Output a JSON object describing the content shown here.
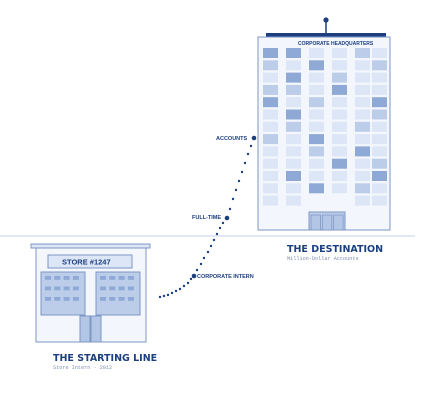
{
  "colors": {
    "navy": "#1c3f80",
    "window_light": "#dce6f6",
    "window_mid": "#bccde9",
    "window_dark": "#8fa9d6",
    "facade": "#f3f6fc",
    "outline": "#7e97c4",
    "ground": "#c3d1e9",
    "door": "#b4c6e6",
    "muted_text": "#7c8fb3"
  },
  "headquarters": {
    "sign_left": "CORPORATE",
    "sign_right": "HEADQUARTERS",
    "title": "THE DESTINATION",
    "subtitle": "Million-Dollar Accounts"
  },
  "store": {
    "sign": "STORE #1247",
    "title": "THE STARTING LINE",
    "subtitle": "Store Intern · 2012"
  },
  "path": {
    "milestones": [
      {
        "label": "CORPORATE INTERN"
      },
      {
        "label": "FULL-TIME"
      },
      {
        "label": "ACCOUNTS"
      }
    ]
  }
}
